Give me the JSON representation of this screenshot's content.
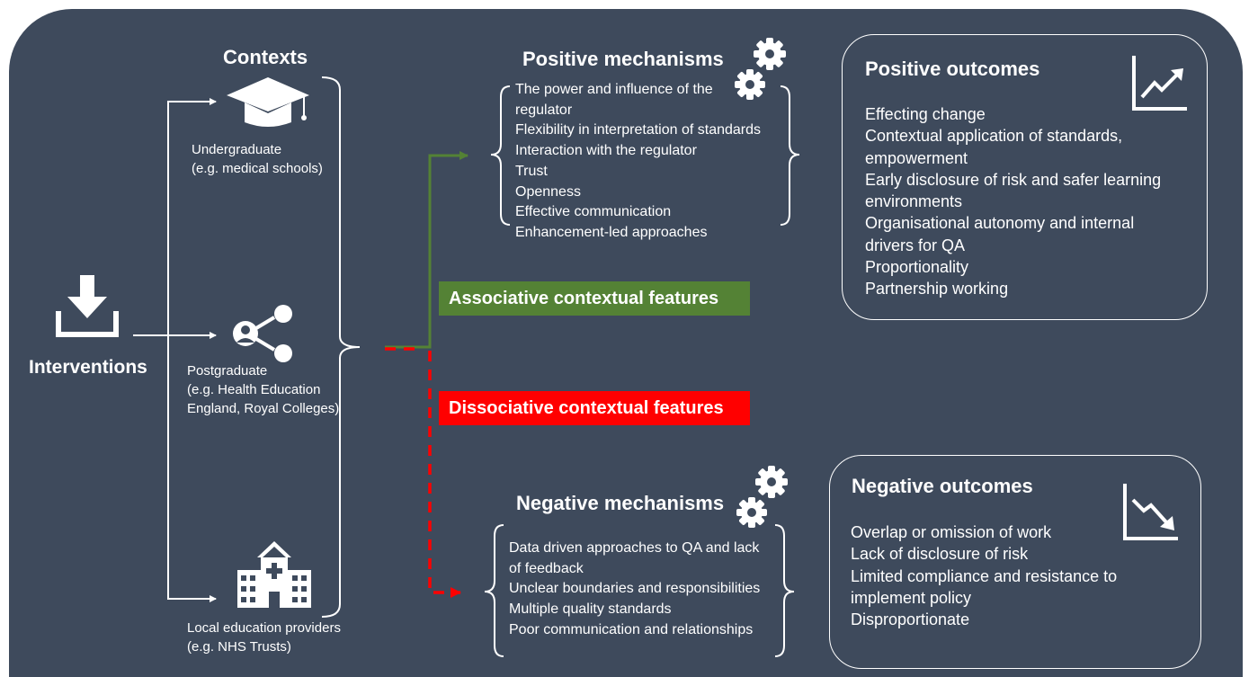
{
  "interventions": {
    "label": "Interventions",
    "icon": "download-icon"
  },
  "contexts": {
    "title": "Contexts",
    "undergraduate": {
      "line1": "Undergraduate",
      "line2": "(e.g. medical schools)",
      "icon": "graduation-cap-icon"
    },
    "postgraduate": {
      "line1": "Postgraduate",
      "line2": "(e.g. Health Education",
      "line3": "England, Royal Colleges)",
      "icon": "network-user-icon"
    },
    "local": {
      "line1": "Local education providers",
      "line2": "(e.g. NHS Trusts)",
      "icon": "hospital-building-icon"
    }
  },
  "associative": {
    "label": "Associative contextual features",
    "color": "#548235"
  },
  "dissociative": {
    "label": "Dissociative contextual features",
    "color": "#ff0000"
  },
  "positive_mechanisms": {
    "title": "Positive mechanisms",
    "icon": "gears-icon",
    "items": [
      "The power and influence of the",
      "regulator",
      "Flexibility in interpretation of standards",
      "Interaction with the regulator",
      "Trust",
      "Openness",
      "Effective communication",
      "Enhancement-led approaches"
    ]
  },
  "negative_mechanisms": {
    "title": "Negative mechanisms",
    "icon": "gears-icon",
    "items": [
      "Data driven approaches to QA and lack",
      "of feedback",
      "Unclear boundaries and responsibilities",
      "Multiple quality standards",
      "Poor communication and relationships"
    ]
  },
  "positive_outcomes": {
    "title": "Positive outcomes",
    "icon": "trend-up-chart-icon",
    "items": [
      "Effecting change",
      "Contextual application of standards,",
      "empowerment",
      "Early disclosure of risk and safer learning",
      "environments",
      "Organisational autonomy and internal",
      "drivers for QA",
      "Proportionality",
      "Partnership working"
    ]
  },
  "negative_outcomes": {
    "title": "Negative outcomes",
    "icon": "trend-down-chart-icon",
    "items": [
      "Overlap or omission of work",
      "Lack of disclosure of risk",
      "Limited compliance and resistance to",
      "implement policy",
      "Disproportionate"
    ]
  },
  "colors": {
    "background": "#3e4a5c",
    "line": "#ffffff",
    "positive": "#548235",
    "negative": "#ff0000"
  }
}
